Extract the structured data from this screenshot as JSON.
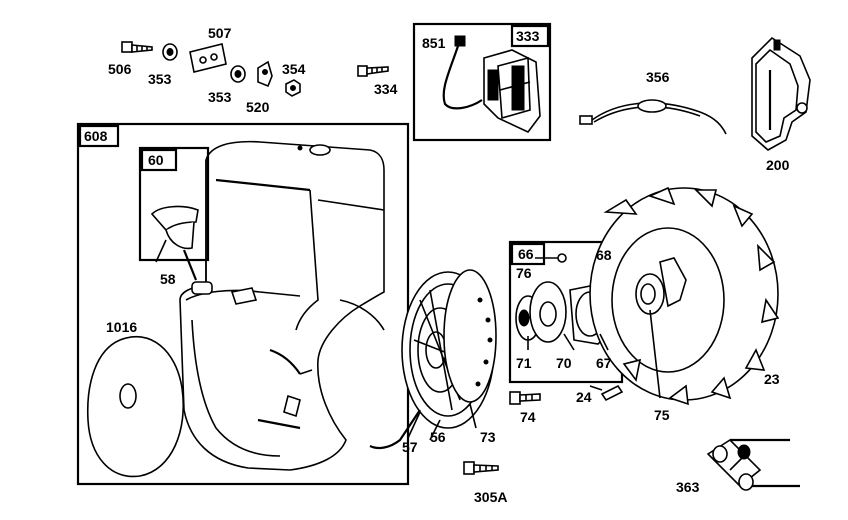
{
  "labels": {
    "p506": "506",
    "p353a": "353",
    "p507": "507",
    "p353b": "353",
    "p520": "520",
    "p354": "354",
    "p334": "334",
    "p851": "851",
    "p333": "333",
    "p356": "356",
    "p200": "200",
    "p608": "608",
    "p60": "60",
    "p58": "58",
    "p1016": "1016",
    "p66": "66",
    "p68": "68",
    "p76": "76",
    "p71": "71",
    "p70": "70",
    "p67": "67",
    "p75": "75",
    "p23": "23",
    "p24": "24",
    "p74": "74",
    "p73": "73",
    "p56": "56",
    "p57": "57",
    "p305A": "305A",
    "p363": "363"
  }
}
